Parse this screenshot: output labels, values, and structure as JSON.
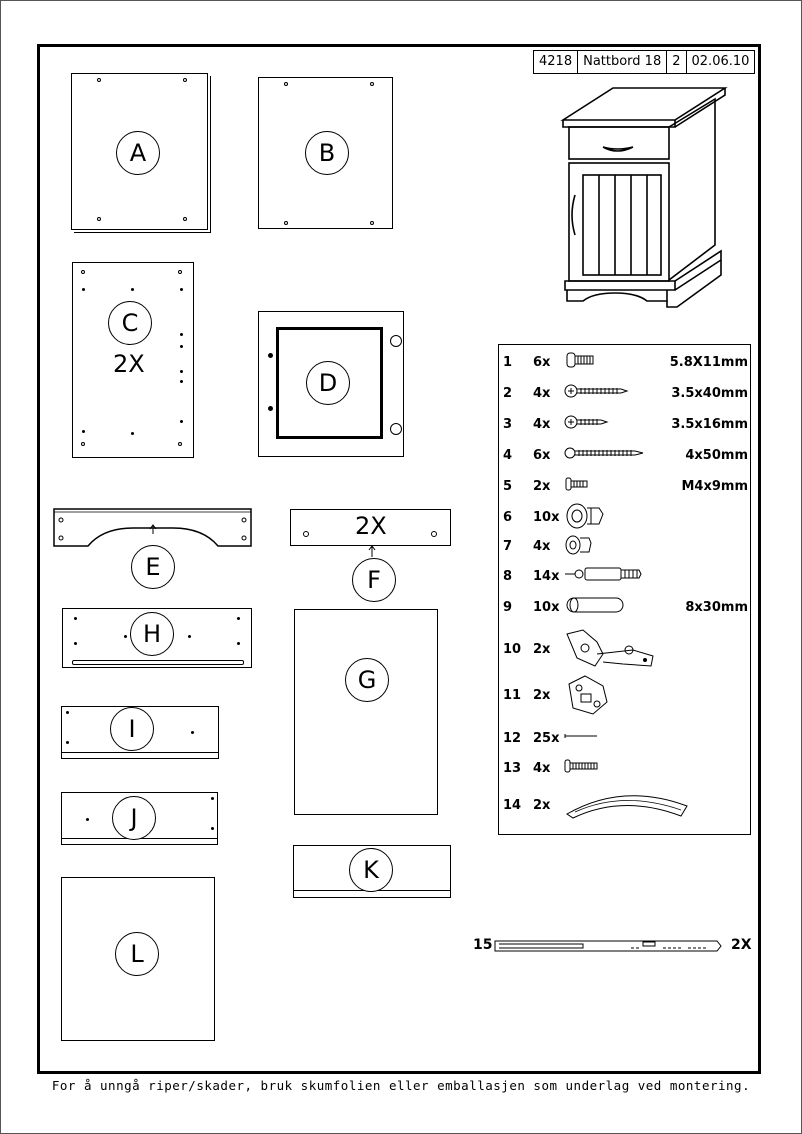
{
  "header": {
    "article_no": "4218",
    "product": "Nattbord 18",
    "page": "2",
    "date": "02.06.10"
  },
  "parts": {
    "A": "A",
    "B": "B",
    "C": "C",
    "C_qty": "2X",
    "D": "D",
    "E": "E",
    "F": "F",
    "F_qty": "2X",
    "G": "G",
    "H": "H",
    "I": "I",
    "J": "J",
    "K": "K",
    "L": "L"
  },
  "hardware": [
    {
      "no": "1",
      "qty": "6x",
      "dim": "5.8X11mm",
      "icon": "screw-short-icon"
    },
    {
      "no": "2",
      "qty": "4x",
      "dim": "3.5x40mm",
      "icon": "wood-screw-icon"
    },
    {
      "no": "3",
      "qty": "4x",
      "dim": "3.5x16mm",
      "icon": "wood-screw-short-icon"
    },
    {
      "no": "4",
      "qty": "6x",
      "dim": "4x50mm",
      "icon": "long-screw-icon"
    },
    {
      "no": "5",
      "qty": "2x",
      "dim": "M4x9mm",
      "icon": "machine-screw-icon"
    },
    {
      "no": "6",
      "qty": "10x",
      "dim": "",
      "icon": "cam-lock-icon"
    },
    {
      "no": "7",
      "qty": "4x",
      "dim": "",
      "icon": "cam-lock-small-icon"
    },
    {
      "no": "8",
      "qty": "14x",
      "dim": "",
      "icon": "cam-bolt-icon"
    },
    {
      "no": "9",
      "qty": "10x",
      "dim": "8x30mm",
      "icon": "dowel-icon"
    },
    {
      "no": "10",
      "qty": "2x",
      "dim": "",
      "icon": "hinge-icon"
    },
    {
      "no": "11",
      "qty": "2x",
      "dim": "",
      "icon": "hinge-plate-icon"
    },
    {
      "no": "12",
      "qty": "25x",
      "dim": "",
      "icon": "nail-icon"
    },
    {
      "no": "13",
      "qty": "4x",
      "dim": "",
      "icon": "handle-screw-icon"
    },
    {
      "no": "14",
      "qty": "2x",
      "dim": "",
      "icon": "handle-icon"
    }
  ],
  "rail": {
    "no": "15",
    "qty": "2X"
  },
  "footer": "For å unngå riper/skader, bruk skumfolien eller emballasjen som underlag ved montering."
}
